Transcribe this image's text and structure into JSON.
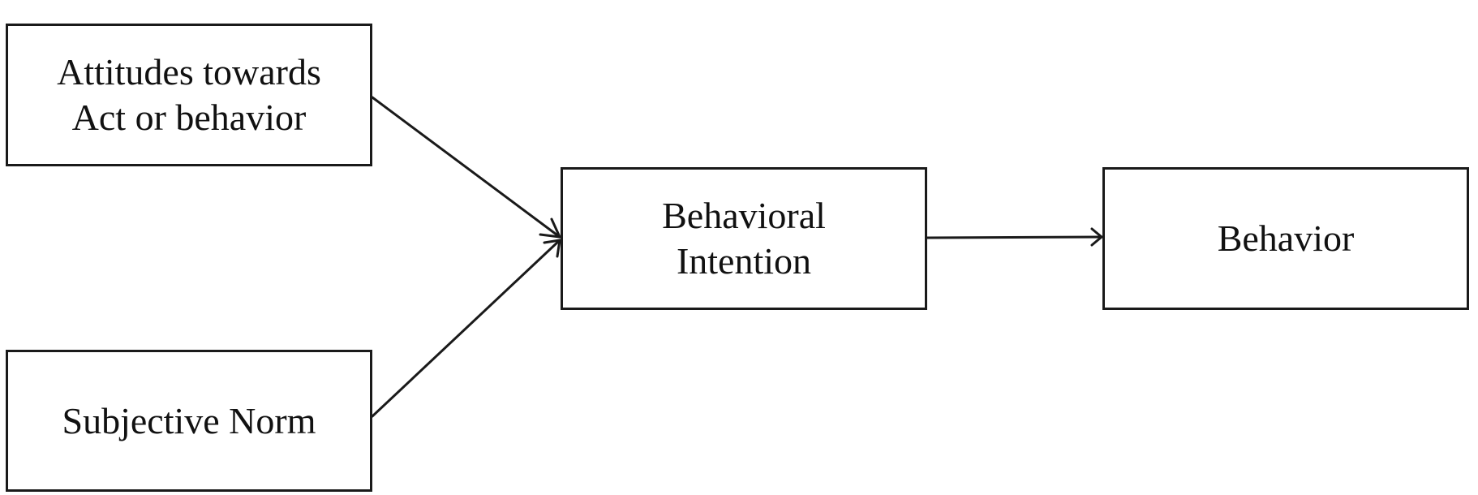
{
  "nodes": {
    "attitudes": {
      "lines": [
        "Attitudes towards",
        "Act or behavior"
      ]
    },
    "subjective_norm": {
      "lines": [
        "Subjective Norm"
      ]
    },
    "behavioral_intention": {
      "lines": [
        "Behavioral",
        "Intention"
      ]
    },
    "behavior": {
      "lines": [
        "Behavior"
      ]
    }
  },
  "edges": [
    {
      "from": "attitudes",
      "to": "behavioral_intention"
    },
    {
      "from": "subjective_norm",
      "to": "behavioral_intention"
    },
    {
      "from": "behavioral_intention",
      "to": "behavior"
    }
  ],
  "colors": {
    "line": "#1a1a1a",
    "text": "#111111",
    "background": "#ffffff"
  }
}
